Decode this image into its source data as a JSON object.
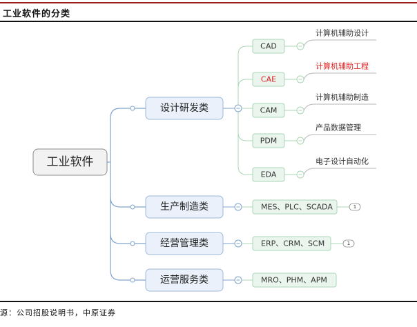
{
  "header": {
    "title": "工业软件的分类"
  },
  "footer": {
    "source": "源：公司招股说明书，中原证券"
  },
  "colors": {
    "accent_bar": "#9b1c1c",
    "root_fill": "#f2f2f2",
    "root_stroke": "#8a8a8a",
    "l1_fill": "#eaf1fa",
    "l1_stroke": "#9cb8d8",
    "l1_line": "#7ea3cc",
    "l2_fill": "#eaf5ee",
    "l2_stroke": "#a9d6b5",
    "l2_line": "#a9d6b5",
    "highlight_text": "#e02020"
  },
  "mindmap": {
    "root": {
      "label": "工业软件"
    },
    "branches": [
      {
        "label": "设计研发类",
        "children": [
          {
            "label": "CAD",
            "note": "计算机辅助设计",
            "highlight": false
          },
          {
            "label": "CAE",
            "note": "计算机辅助工程",
            "highlight": true
          },
          {
            "label": "CAM",
            "note": "计算机辅助制造",
            "highlight": false
          },
          {
            "label": "PDM",
            "note": "产品数据管理",
            "highlight": false
          },
          {
            "label": "EDA",
            "note": "电子设计自动化",
            "highlight": false
          }
        ]
      },
      {
        "label": "生产制造类",
        "children": [
          {
            "label": "MES、PLC、SCADA",
            "badge": "1"
          }
        ]
      },
      {
        "label": "经营管理类",
        "children": [
          {
            "label": "ERP、CRM、SCM",
            "badge": "1"
          }
        ]
      },
      {
        "label": "运营服务类",
        "children": [
          {
            "label": "MRO、PHM、APM"
          }
        ]
      }
    ]
  }
}
